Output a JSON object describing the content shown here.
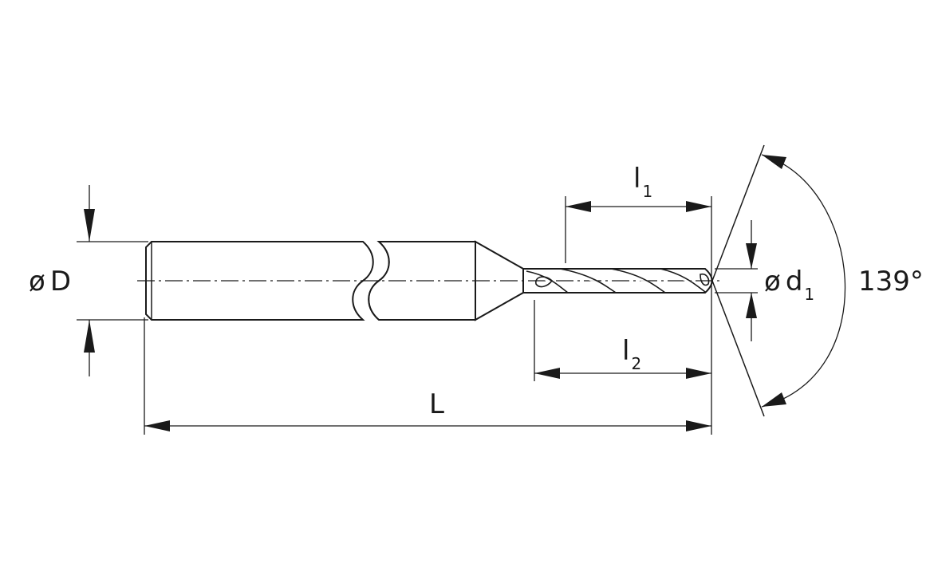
{
  "labels": {
    "shank_diameter": {
      "prefix": "ø",
      "letter": "D"
    },
    "overall_length": {
      "letter": "L"
    },
    "flute_length": {
      "letter": "l",
      "sub": "1"
    },
    "reach_length": {
      "letter": "l",
      "sub": "2"
    },
    "cutting_diameter": {
      "prefix": "ø",
      "letter": "d",
      "sub": "1"
    },
    "point_angle": {
      "text": "139°"
    }
  },
  "colors": {
    "line": "#1a1a1a",
    "flute_dark": "#4a4a4a",
    "flute_light": "#9a9a9a"
  }
}
